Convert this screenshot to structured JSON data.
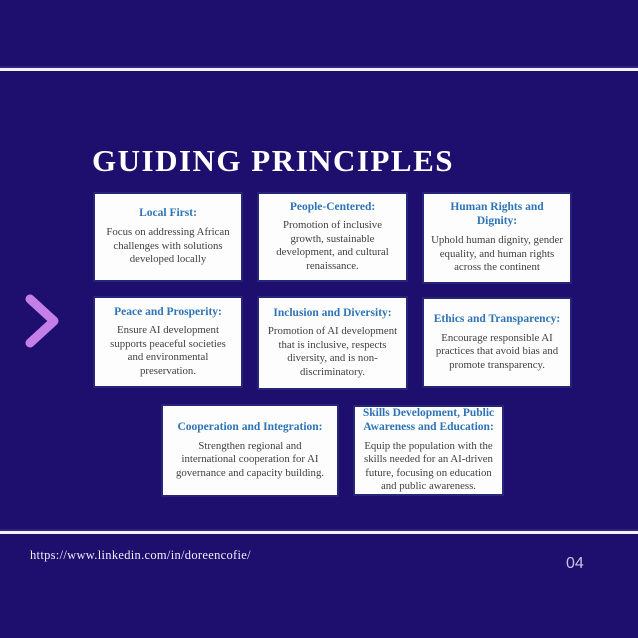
{
  "slide": {
    "title": "GUIDING PRINCIPLES",
    "footer_url": "https://www.linkedin.com/in/doreencofie/",
    "page_number": "04"
  },
  "icons": {
    "chevron": "right-chevron"
  },
  "colors": {
    "background": "#1e0f6e",
    "divider": "#f2f2f7",
    "card_background": "#fdfdfd",
    "card_border": "#262577",
    "heading_blue": "#2e74b5",
    "body_text": "#3f3f3f",
    "chevron_purple": "#c47fe8",
    "page_number": "#c9c3e6"
  },
  "cards": [
    {
      "heading": "Local First:",
      "body": "Focus on addressing African challenges with solutions developed locally"
    },
    {
      "heading": "People-Centered:",
      "body": "Promotion of inclusive growth, sustainable development, and cultural renaissance."
    },
    {
      "heading": "Human Rights and Dignity:",
      "body": "Uphold human dignity, gender equality, and human rights across the continent"
    },
    {
      "heading": "Peace and Prosperity:",
      "body": "Ensure AI development supports peaceful societies and environmental preservation."
    },
    {
      "heading": "Inclusion and Diversity:",
      "body": "Promotion of AI development that is inclusive, respects diversity, and is non-discriminatory."
    },
    {
      "heading": "Ethics and Transparency:",
      "body": "Encourage responsible AI practices that avoid bias and promote transparency."
    },
    {
      "heading": "Cooperation and Integration:",
      "body": "Strengthen regional and international cooperation for AI governance and capacity building."
    },
    {
      "heading": "Skills Development, Public Awareness and Education:",
      "body": "Equip the population with the skills needed for an AI-driven future, focusing on education and public awareness."
    }
  ]
}
